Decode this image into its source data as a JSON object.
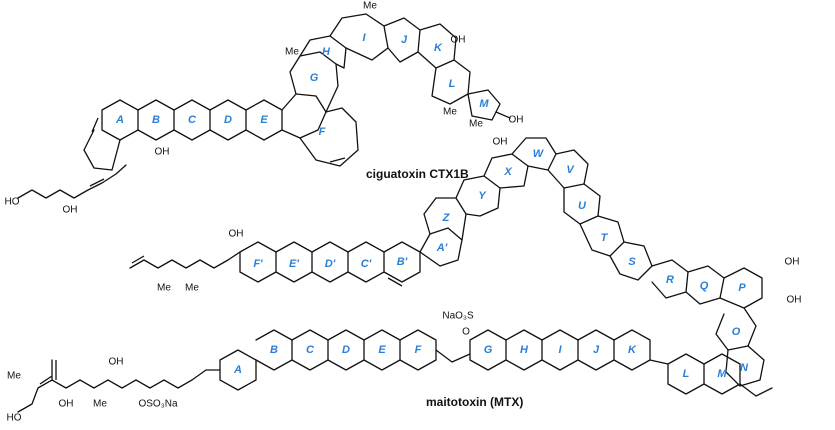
{
  "molecules": [
    {
      "name": "ciguatoxin CTX1B",
      "rings": [
        "A",
        "B",
        "C",
        "D",
        "E",
        "F",
        "G",
        "H",
        "I",
        "J",
        "K",
        "L",
        "M"
      ],
      "labels": [
        "HO",
        "OH",
        "OH",
        "OH",
        "OH",
        "Me",
        "Me",
        "Me",
        "Me"
      ]
    },
    {
      "name": "maitotoxin (MTX)",
      "rings_top": [
        "F'",
        "E'",
        "D'",
        "C'",
        "B'",
        "A'",
        "Z",
        "Y",
        "X",
        "W",
        "V",
        "U",
        "T",
        "S",
        "R",
        "Q",
        "P",
        "O",
        "N"
      ],
      "rings_bottom": [
        "A",
        "B",
        "C",
        "D",
        "E",
        "F",
        "G",
        "H",
        "I",
        "J",
        "K",
        "L",
        "M"
      ],
      "labels": [
        "HO",
        "Me",
        "OH",
        "OSO3Na",
        "NaO3S",
        "O",
        "OH",
        "Me",
        "Me",
        "Me",
        "OH"
      ]
    }
  ]
}
